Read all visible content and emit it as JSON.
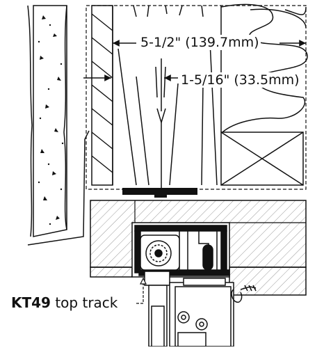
{
  "dimensions": {
    "overall_width": "5-1/2\" (139.7mm)",
    "center_offset": "1-5/16\" (33.5mm)"
  },
  "callout": {
    "model": "KT49",
    "description": " top track"
  },
  "colors": {
    "line": "#111111",
    "hatch": "#9a9a9a",
    "background": "#ffffff"
  }
}
